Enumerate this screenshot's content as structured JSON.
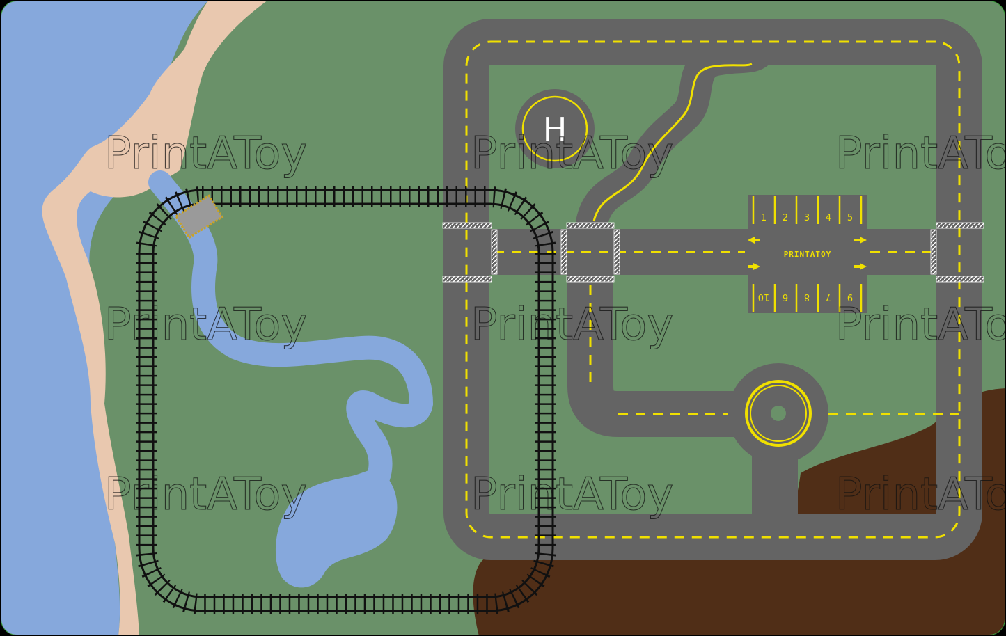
{
  "map": {
    "watermark": "PrintAToy",
    "helipad_letter": "H",
    "parking_lot_name": "PRINTATOY",
    "parking_top_numbers": [
      "1",
      "2",
      "3",
      "4",
      "5"
    ],
    "parking_bottom_numbers": [
      "10",
      "9",
      "8",
      "7",
      "6"
    ],
    "colors": {
      "border": "#3a9e3a",
      "grass": "#6a9169",
      "water": "#86a8dc",
      "sand": "#e9c8af",
      "dirt": "#502e17",
      "road": "#646464",
      "road_line": "#f0e000",
      "rail": "#111111"
    }
  }
}
